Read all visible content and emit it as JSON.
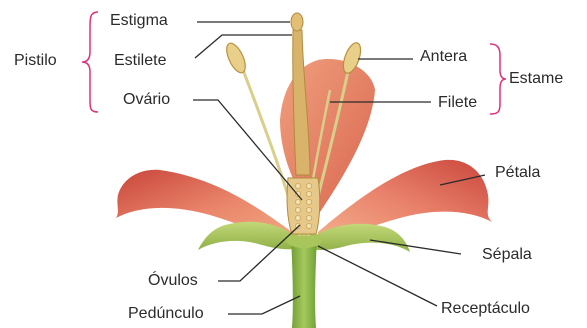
{
  "labels": {
    "estigma": "Estigma",
    "estilete": "Estilete",
    "pistilo": "Pistilo",
    "ovario": "Ovário",
    "ovulos": "Óvulos",
    "pedunculo": "Pedúnculo",
    "antera": "Antera",
    "filete": "Filete",
    "estame": "Estame",
    "petala": "Pétala",
    "sepala": "Sépala",
    "receptaculo": "Receptáculo"
  },
  "colors": {
    "bracket": "#e0307a",
    "leader_line": "#2b2b2b",
    "petal": "#e07a5f",
    "sepal": "#9fbf55",
    "stem": "#7fae3f",
    "style": "#d9b36a",
    "anther": "#e8d08a"
  }
}
